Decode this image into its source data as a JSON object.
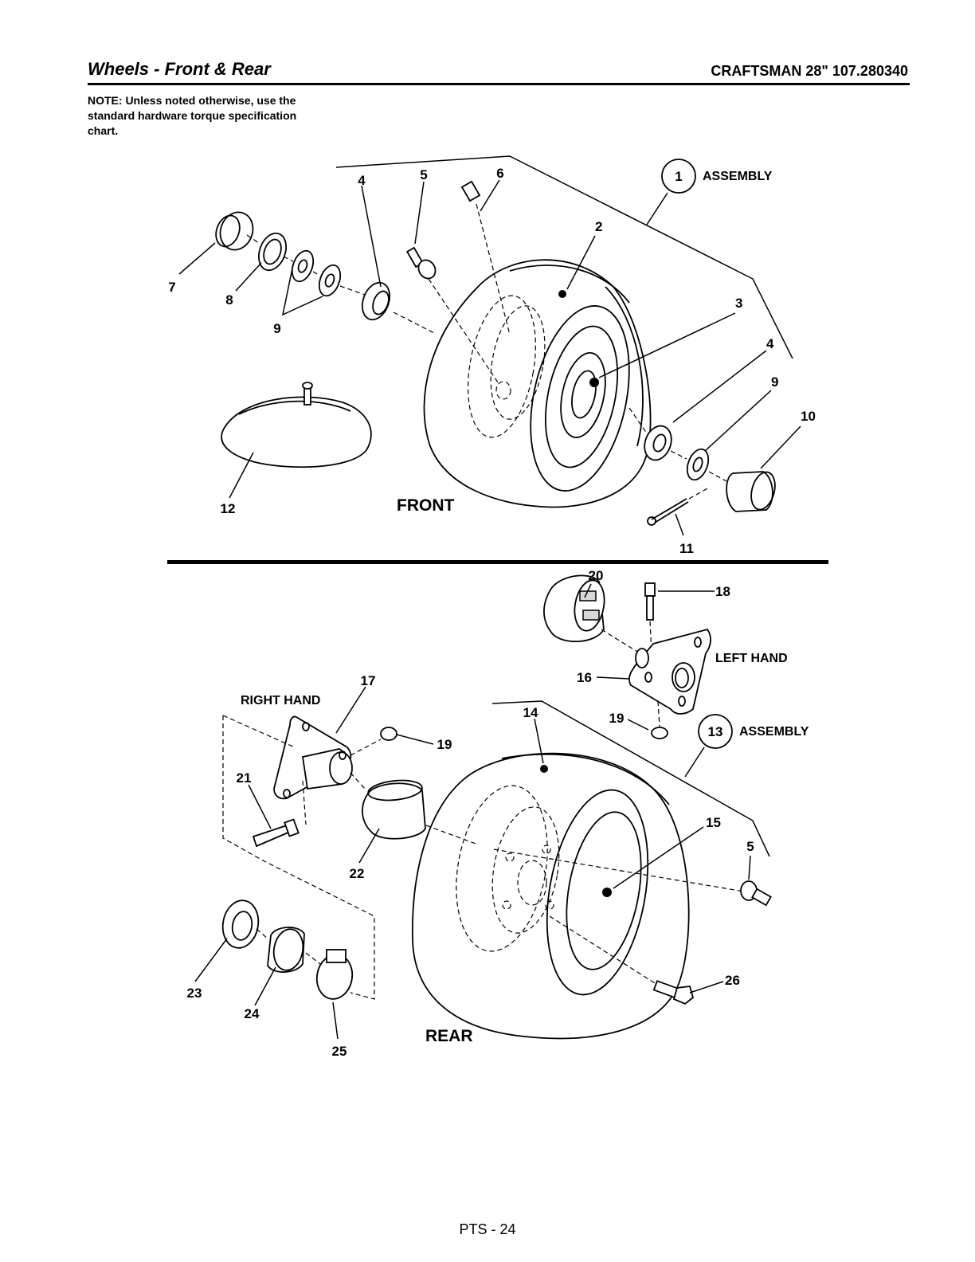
{
  "header": {
    "title": "Wheels - Front & Rear",
    "model": "CRAFTSMAN 28\" 107.280340"
  },
  "note": "NOTE: Unless noted otherwise, use the standard hardware torque specification chart.",
  "sections": {
    "front": "FRONT",
    "rear": "REAR"
  },
  "labels": {
    "assembly": "ASSEMBLY",
    "left_hand": "LEFT HAND",
    "right_hand": "RIGHT HAND"
  },
  "callouts": {
    "front_assembly": "1",
    "rear_assembly": "13",
    "front": [
      "2",
      "3",
      "4",
      "4",
      "5",
      "6",
      "7",
      "8",
      "9",
      "9",
      "10",
      "11",
      "12"
    ],
    "rear": [
      "14",
      "15",
      "16",
      "17",
      "18",
      "19",
      "19",
      "20",
      "21",
      "22",
      "23",
      "24",
      "25",
      "26",
      "5"
    ]
  },
  "footer": "PTS - 24"
}
